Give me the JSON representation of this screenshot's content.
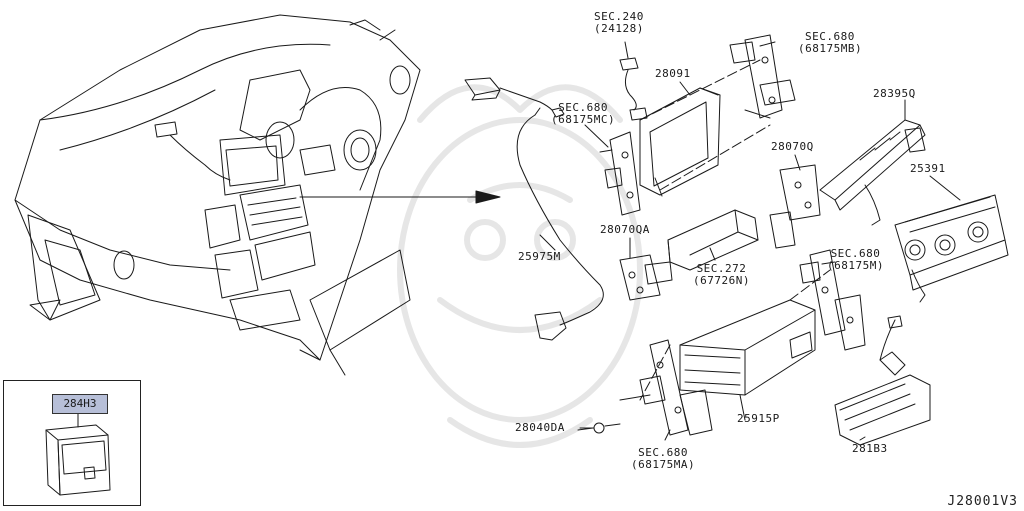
{
  "diagram_id": "J28001V3",
  "inset": {
    "part_number": "284H3"
  },
  "labels": {
    "sec240": {
      "line1": "SEC.240",
      "line2": "(24128)"
    },
    "sec680_mb": {
      "line1": "SEC.680",
      "line2": "(68175MB)"
    },
    "p28091": "28091",
    "p28395q": "28395Q",
    "sec680_mc": {
      "line1": "SEC.680",
      "line2": "(68175MC)"
    },
    "p28070q": "28070Q",
    "p25391": "25391",
    "p28070qa": "28070QA",
    "p25975m": "25975M",
    "sec272": {
      "line1": "SEC.272",
      "line2": "(67726N)"
    },
    "sec680_m": {
      "line1": "SEC.680",
      "line2": "(68175M)"
    },
    "p28040da": "28040DA",
    "p25915p": "25915P",
    "sec680_ma": {
      "line1": "SEC.680",
      "line2": "(68175MA)"
    },
    "p281b3": "281B3"
  }
}
